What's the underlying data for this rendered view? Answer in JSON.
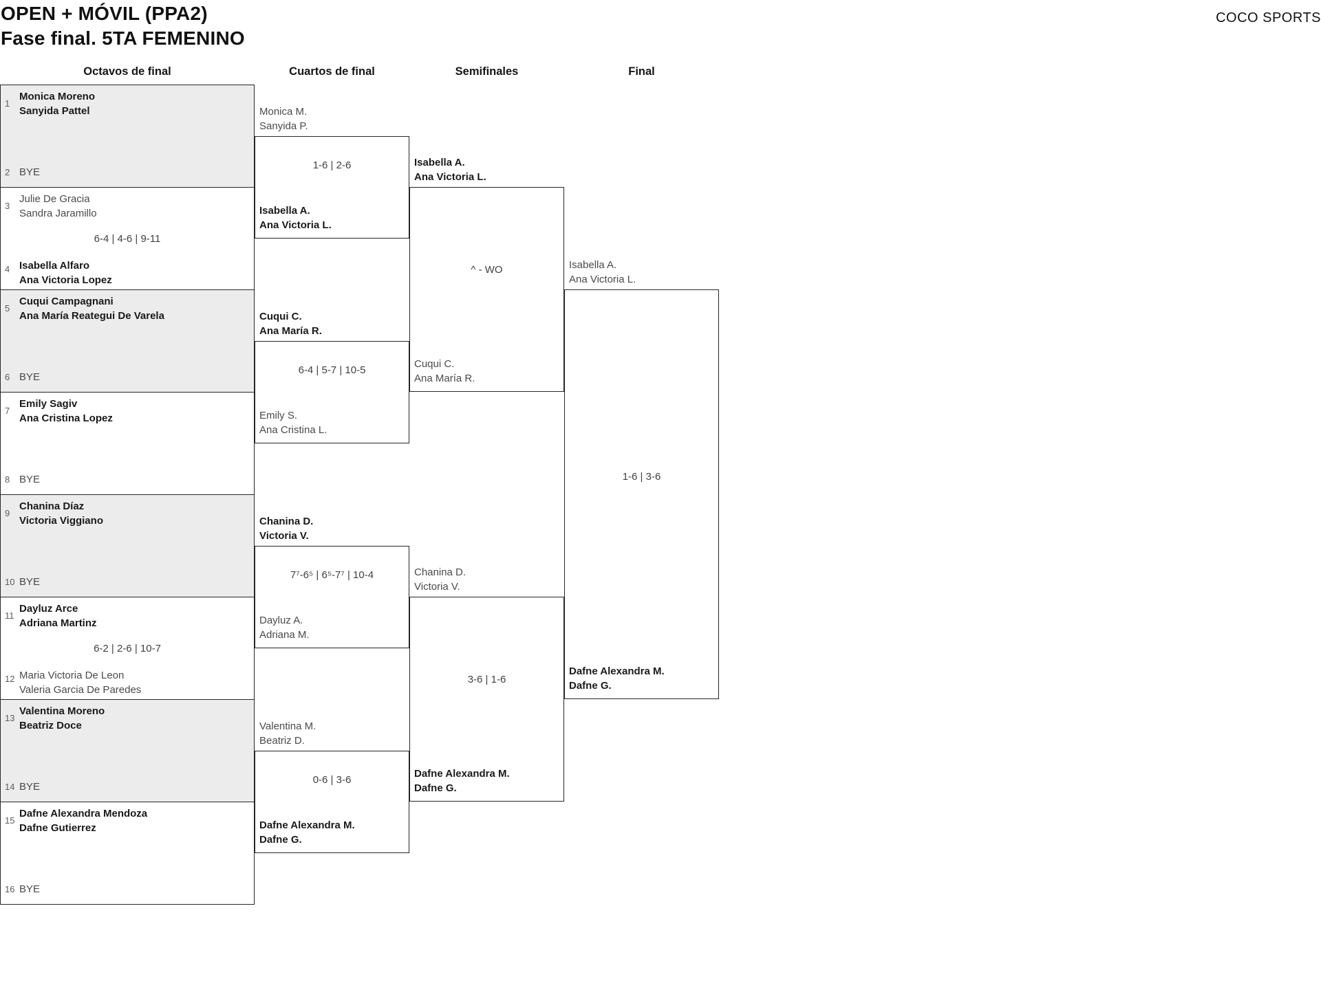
{
  "header": {
    "title_line1": "OPEN + MÓVIL (PPA2)",
    "title_line2": "Fase final. 5TA FEMENINO",
    "brand": "COCO SPORTS"
  },
  "rounds": [
    {
      "label": "Octavos de final"
    },
    {
      "label": "Cuartos de final"
    },
    {
      "label": "Semifinales"
    },
    {
      "label": "Final"
    }
  ],
  "colors": {
    "shaded_box": "#ececec",
    "border": "#262626",
    "winner_text": "#1a1a1a",
    "regular_text": "#4a4a4a"
  },
  "bracket": {
    "octavos": [
      {
        "seed_top": "1",
        "team_top_1": "Monica Moreno",
        "team_top_2": "Sanyida Pattel",
        "top_winner": true,
        "seed_bottom": "2",
        "bye": "BYE",
        "score": ""
      },
      {
        "seed_top": "3",
        "team_top_1": "Julie De Gracia",
        "team_top_2": "Sandra Jaramillo",
        "top_winner": false,
        "score": "6-4 | 4-6 | 9-11",
        "seed_bottom": "4",
        "team_bottom_1": "Isabella Alfaro",
        "team_bottom_2": "Ana Victoria Lopez",
        "bottom_winner": true
      },
      {
        "seed_top": "5",
        "team_top_1": "Cuqui Campagnani",
        "team_top_2": "Ana María Reategui De Varela",
        "top_winner": true,
        "seed_bottom": "6",
        "bye": "BYE",
        "score": ""
      },
      {
        "seed_top": "7",
        "team_top_1": "Emily Sagiv",
        "team_top_2": "Ana Cristina Lopez",
        "top_winner": true,
        "seed_bottom": "8",
        "bye": "BYE",
        "score": ""
      },
      {
        "seed_top": "9",
        "team_top_1": "Chanina Díaz",
        "team_top_2": "Victoria Viggiano",
        "top_winner": true,
        "seed_bottom": "10",
        "bye": "BYE",
        "score": ""
      },
      {
        "seed_top": "11",
        "team_top_1": "Dayluz Arce",
        "team_top_2": "Adriana Martinz",
        "top_winner": true,
        "score": "6-2 | 2-6 | 10-7",
        "seed_bottom": "12",
        "team_bottom_1": "Maria Victoria De Leon",
        "team_bottom_2": "Valeria Garcia De Paredes",
        "bottom_winner": false
      },
      {
        "seed_top": "13",
        "team_top_1": "Valentina Moreno",
        "team_top_2": "Beatriz Doce",
        "top_winner": true,
        "seed_bottom": "14",
        "bye": "BYE",
        "score": ""
      },
      {
        "seed_top": "15",
        "team_top_1": "Dafne Alexandra Mendoza",
        "team_top_2": "Dafne Gutierrez",
        "top_winner": true,
        "seed_bottom": "16",
        "bye": "BYE",
        "score": ""
      }
    ],
    "cuartos": [
      {
        "team_top_1": "Monica M.",
        "team_top_2": "Sanyida P.",
        "top_winner": false,
        "score": "1-6 | 2-6",
        "team_bottom_1": "Isabella A.",
        "team_bottom_2": "Ana Victoria L.",
        "bottom_winner": true
      },
      {
        "team_top_1": "Cuqui C.",
        "team_top_2": "Ana María R.",
        "top_winner": true,
        "score": "6-4 | 5-7 | 10-5",
        "team_bottom_1": "Emily S.",
        "team_bottom_2": "Ana Cristina L.",
        "bottom_winner": false
      },
      {
        "team_top_1": "Chanina D.",
        "team_top_2": "Victoria V.",
        "top_winner": true,
        "score": "7⁷-6⁵ | 6⁵-7⁷ | 10-4",
        "team_bottom_1": "Dayluz A.",
        "team_bottom_2": "Adriana M.",
        "bottom_winner": false
      },
      {
        "team_top_1": "Valentina M.",
        "team_top_2": "Beatriz D.",
        "top_winner": false,
        "score": "0-6 | 3-6",
        "team_bottom_1": "Dafne Alexandra M.",
        "team_bottom_2": "Dafne G.",
        "bottom_winner": true
      }
    ],
    "semifinales": [
      {
        "team_top_1": "Isabella A.",
        "team_top_2": "Ana Victoria L.",
        "top_winner": true,
        "score": "^ - WO",
        "team_bottom_1": "Cuqui C.",
        "team_bottom_2": "Ana María R.",
        "bottom_winner": false
      },
      {
        "team_top_1": "Chanina D.",
        "team_top_2": "Victoria V.",
        "top_winner": false,
        "score": "3-6 | 1-6",
        "team_bottom_1": "Dafne Alexandra M.",
        "team_bottom_2": "Dafne G.",
        "bottom_winner": true
      }
    ],
    "final": {
      "team_top_1": "Isabella A.",
      "team_top_2": "Ana Victoria L.",
      "top_winner": false,
      "score": "1-6 | 3-6",
      "team_bottom_1": "Dafne Alexandra M.",
      "team_bottom_2": "Dafne G.",
      "bottom_winner": true
    }
  }
}
